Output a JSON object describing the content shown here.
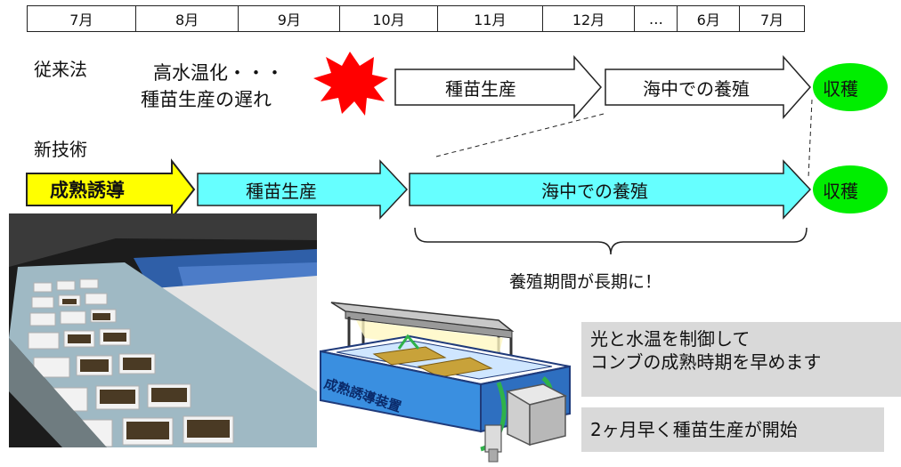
{
  "months": [
    "7月",
    "8月",
    "9月",
    "10月",
    "11月",
    "12月",
    "…",
    "6月",
    "7月"
  ],
  "conventional": {
    "label": "従来法",
    "delay_line1": "高水温化・・・",
    "delay_line2": "種苗生産の遅れ",
    "seedling": "種苗生産",
    "culture": "海中での養殖",
    "harvest": "収穫"
  },
  "new_tech": {
    "label": "新技術",
    "induction": "成熟誘導",
    "seedling": "種苗生産",
    "culture": "海中での養殖",
    "harvest": "収穫"
  },
  "longer_note": "養殖期間が長期に！",
  "device_label": "成熟誘導装置",
  "captions": {
    "line1": "光と水温を制御して",
    "line2": "コンブの成熟時期を早めます",
    "line3": "2ヶ月早く種苗生産が開始"
  },
  "colors": {
    "induction_fill": "#ffff00",
    "new_arrow_fill": "#66ffff",
    "harvest_fill": "#00ee00",
    "burst_fill": "#ff0000",
    "caption_bg": "#d9d9d9"
  }
}
